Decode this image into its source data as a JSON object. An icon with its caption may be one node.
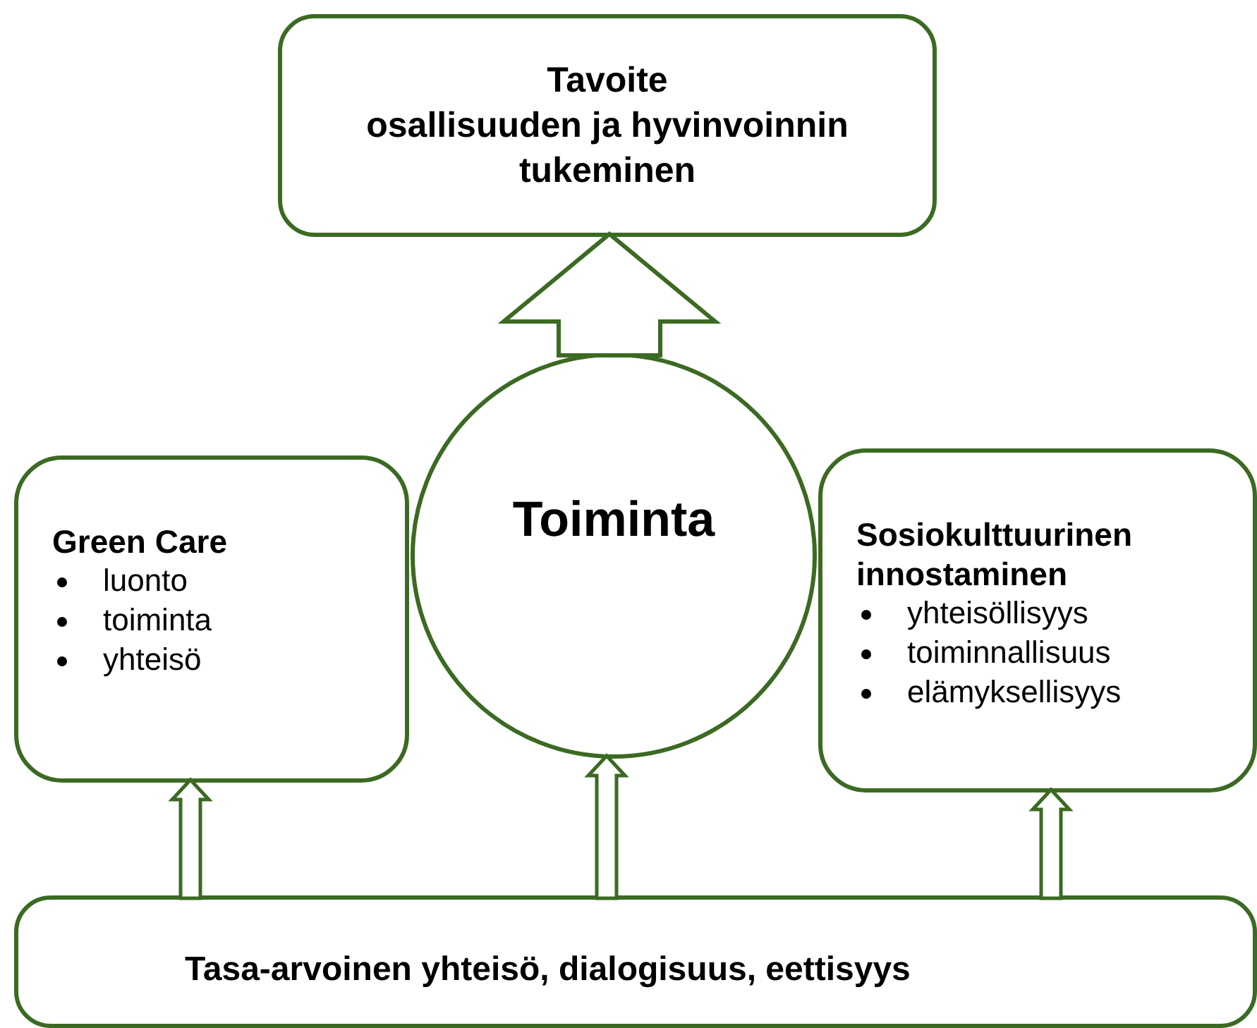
{
  "diagram": {
    "nodes": [
      {
        "text": [
          "Tavoite",
          "osallisuuden ja hyvinvoinnin tukeminen"
        ]
      },
      {
        "text": [
          "Green Care",
          "luonto",
          "toiminta",
          "yhteisö"
        ]
      },
      {
        "text": [
          "Toiminta"
        ]
      },
      {
        "text": [
          "Sosiokulttuurinen innostaminen",
          "yhteisöllisyys",
          "toiminnallisuus",
          "elämyksellisyys"
        ]
      },
      {
        "text": [
          "Tasa-arvoinen yhteisö, dialogisuus, eettisyys"
        ]
      }
    ],
    "edges": [
      {
        "from": 2,
        "to": 0,
        "arrow": "to",
        "style": "thick"
      },
      {
        "from": 4,
        "to": 1,
        "arrow": "to"
      },
      {
        "from": 4,
        "to": 2,
        "arrow": "to"
      },
      {
        "from": 4,
        "to": 3,
        "arrow": "to"
      }
    ]
  }
}
